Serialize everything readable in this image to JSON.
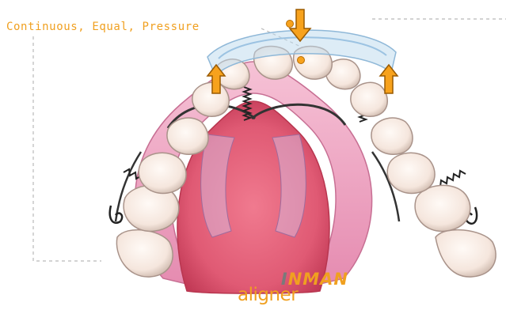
{
  "annotation": {
    "label": "Continuous, Equal, Pressure",
    "color": "#f0a020"
  },
  "logo": {
    "top_first": "I",
    "top_rest": "NMAN",
    "bottom": "aligner",
    "colors": {
      "primary": "#f0a020",
      "secondary": "#7a7a7a"
    }
  },
  "colors": {
    "palate": "#e05a74",
    "gum": "#f1a9c6",
    "tooth": "#f7ece6",
    "tray": "#bcd9ee",
    "arrow": "#f7a21d",
    "wire": "#3a3a3a"
  },
  "icons": [
    "arrow-down-icon",
    "arrow-up-icon",
    "spring-coil-icon",
    "clasp-loop-icon"
  ]
}
